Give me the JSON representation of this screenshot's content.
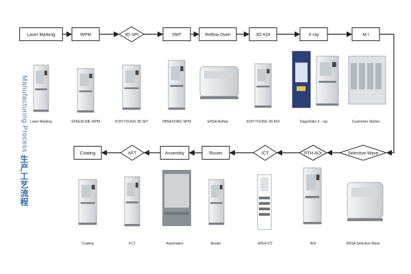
{
  "title": "Manufacturing Process",
  "title_cn": "生产工艺流程",
  "row1": {
    "steps": [
      {
        "label": "Laser Marking",
        "shape": "rect"
      },
      {
        "label": "WPM",
        "shape": "rect"
      },
      {
        "label": "3D SPI",
        "shape": "diamond"
      },
      {
        "label": "SMT",
        "shape": "rect"
      },
      {
        "label": "Reflow Oven",
        "shape": "rect"
      },
      {
        "label": "3D AOI",
        "shape": "rect"
      },
      {
        "label": "X-ray",
        "shape": "rect"
      },
      {
        "label": "M I",
        "shape": "rect"
      }
    ],
    "captions": [
      "Laser Marking",
      "SPEEDLINE WPM",
      "KOH YOUNG 3D SPI",
      "PANASONIC NPM",
      "ERSA Reflow",
      "KOH YOUNG 3D AOI",
      "DageXtalis X - ray",
      "Customize Station"
    ]
  },
  "row2": {
    "steps": [
      {
        "label": "Selective Wave",
        "shape": "diamond"
      },
      {
        "label": "PTH AOI",
        "shape": "diamond"
      },
      {
        "label": "ICT",
        "shape": "diamond"
      },
      {
        "label": "Router",
        "shape": "rect"
      },
      {
        "label": "Assembly",
        "shape": "rect"
      },
      {
        "label": "AFT",
        "shape": "diamond"
      },
      {
        "label": "Coating",
        "shape": "rect"
      }
    ],
    "captions": [
      "ERSA Selective Wave",
      "AOI",
      "SPEA ICT",
      "Router",
      "Automation",
      "FCT",
      "Coating"
    ]
  },
  "colors": {
    "line": "#222222",
    "machine_light": "#e8e9ea",
    "machine_dark": "#7d8186",
    "title": "#3a78b8"
  }
}
